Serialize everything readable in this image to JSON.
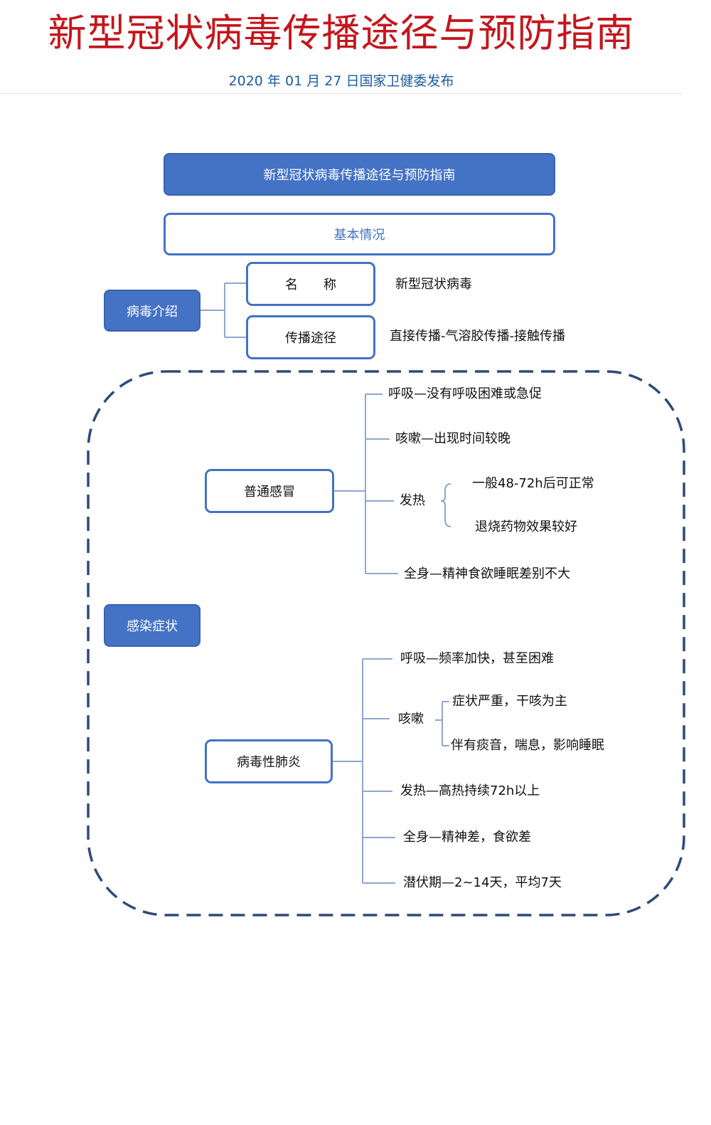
{
  "header": {
    "title": "新型冠状病毒传播途径与预防指南",
    "subtitle": "2020 年 01 月 27 日国家卫健委发布"
  },
  "diagram": {
    "root": "新型冠状病毒传播途径与预防指南",
    "section": "基本情况",
    "intro": {
      "label": "病毒介绍",
      "name_label": "名　　称",
      "name_value": "新型冠状病毒",
      "route_label": "传播途径",
      "route_value": "直接传播-气溶胶传播-接触传播"
    },
    "symptoms": {
      "label": "感染症状",
      "cold": {
        "label": "普通感冒",
        "breath": "呼吸—没有呼吸困难或急促",
        "cough": "咳嗽—出现时间较晚",
        "fever": "发热",
        "fever_sub": [
          "一般48-72h后可正常",
          "退烧药物效果较好"
        ],
        "body": "全身—精神食欲睡眠差别不大"
      },
      "pneumonia": {
        "label": "病毒性肺炎",
        "breath": "呼吸—频率加快，甚至困难",
        "cough": "咳嗽",
        "cough_sub": [
          "症状严重，干咳为主",
          "伴有痰音，喘息，影响睡眠"
        ],
        "fever": "发热—高热持续72h以上",
        "body": "全身—精神差，食欲差",
        "incubation": "潜伏期—2~14天，平均7天"
      }
    }
  },
  "colors": {
    "title": "#c3161c",
    "subtitle": "#1f5a9e",
    "node_fill": "#4472c4",
    "dashed_border": "#2f4a78",
    "connector": "#8ea7cf"
  }
}
